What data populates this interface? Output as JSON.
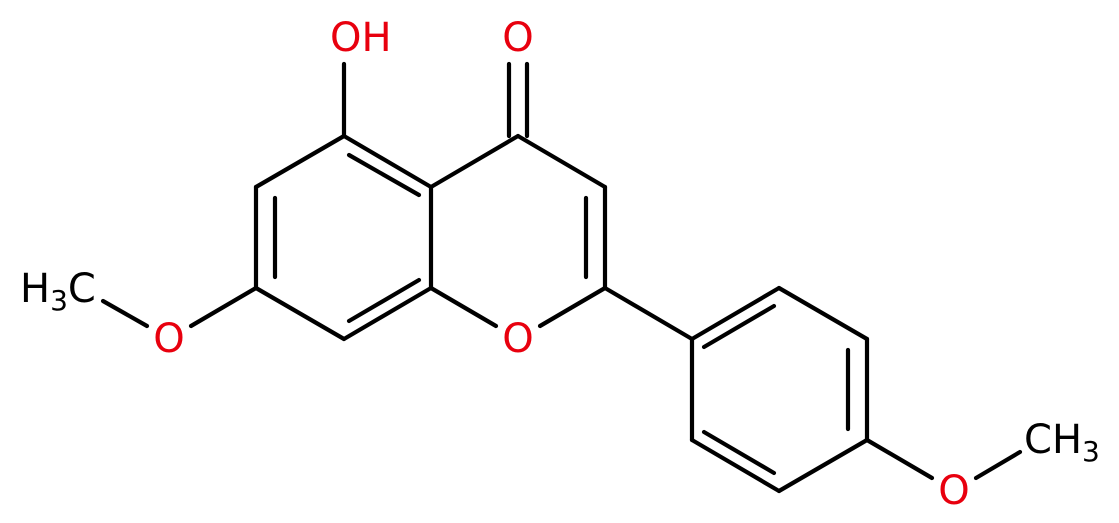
{
  "colors": {
    "bond": "#000000",
    "oxygen": "#e8000e",
    "carbon": "#000000"
  },
  "labels": {
    "hydroxyl_o": "O",
    "hydroxyl_h": "H",
    "carbonyl_o": "O",
    "ring_o": "O",
    "methoxy_left_o": "O",
    "methoxy_left_h": "H",
    "methoxy_left_3": "3",
    "methoxy_left_c": "C",
    "methoxy_right_o": "O",
    "methoxy_right_c": "C",
    "methoxy_right_h": "H",
    "methoxy_right_3": "3"
  }
}
